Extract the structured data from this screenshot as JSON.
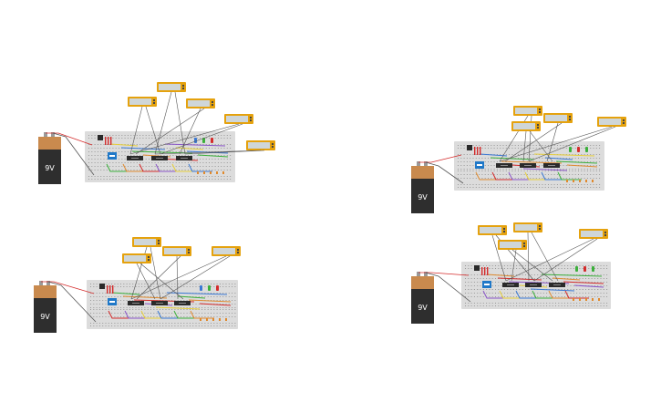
{
  "colors": {
    "background": "#ffffff",
    "breadboard": "#dcdcdc",
    "breadboard_hole": "#9a9a9a",
    "battery_top": "#c98a4e",
    "battery_body": "#2e2e2e",
    "battery_terminal": "#9a9a9a",
    "display_frame": "#e5a20e",
    "display_screen": "#cfd6d8",
    "ic_chip": "#2a2a2a",
    "dip_switch": "#1f78c8",
    "wire_red": "#d42b2b",
    "wire_yellow": "#e7cf3a",
    "wire_blue": "#3a78d4",
    "wire_green": "#3bb03b",
    "wire_orange": "#e08a2e",
    "wire_purple": "#8a56c8",
    "probe_wire": "#555555"
  },
  "battery_label": "9V",
  "circuits": [
    {
      "id": "top-left",
      "chips": 3,
      "displays": 5
    },
    {
      "id": "top-right",
      "chips": 3,
      "displays": 4
    },
    {
      "id": "bottom-left",
      "chips": 3,
      "displays": 4
    },
    {
      "id": "bottom-right",
      "chips": 3,
      "displays": 4
    }
  ]
}
